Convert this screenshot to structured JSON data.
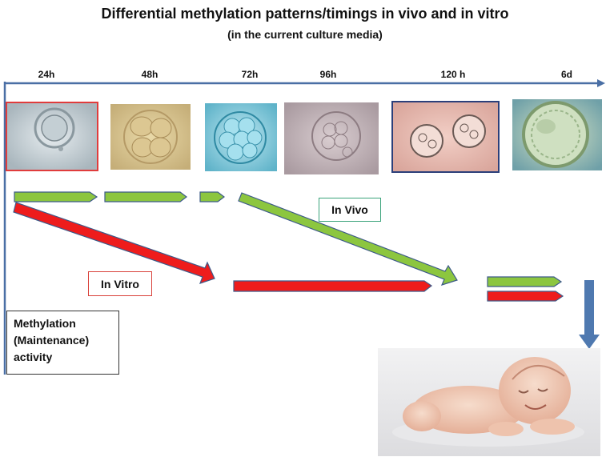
{
  "title": "Differential methylation patterns/timings in vivo and in vitro",
  "subtitle": "(in the current culture media)",
  "timeline_labels": [
    "24h",
    "48h",
    "72h",
    "96h",
    "120 h",
    "6d"
  ],
  "stages": [
    {
      "name": "zygote",
      "icon": "one-cell-embryo"
    },
    {
      "name": "4-cell",
      "icon": "four-cell-embryo"
    },
    {
      "name": "8-cell",
      "icon": "eight-cell-embryo"
    },
    {
      "name": "morula",
      "icon": "morula-embryo"
    },
    {
      "name": "two-embryos",
      "icon": "two-embryos"
    },
    {
      "name": "blastocyst",
      "icon": "blastocyst"
    }
  ],
  "labels": {
    "in_vivo": "In Vivo",
    "in_vitro": "In Vitro",
    "methylation": [
      "Methylation",
      "(Maintenance)",
      "activity"
    ]
  },
  "colors": {
    "in_vivo": "#8cc63f",
    "in_vitro": "#ee1c1c",
    "arrow_outline": "#3e5b8a",
    "axis": "#4a6fa5",
    "down_arrow": "#4f79b0"
  }
}
